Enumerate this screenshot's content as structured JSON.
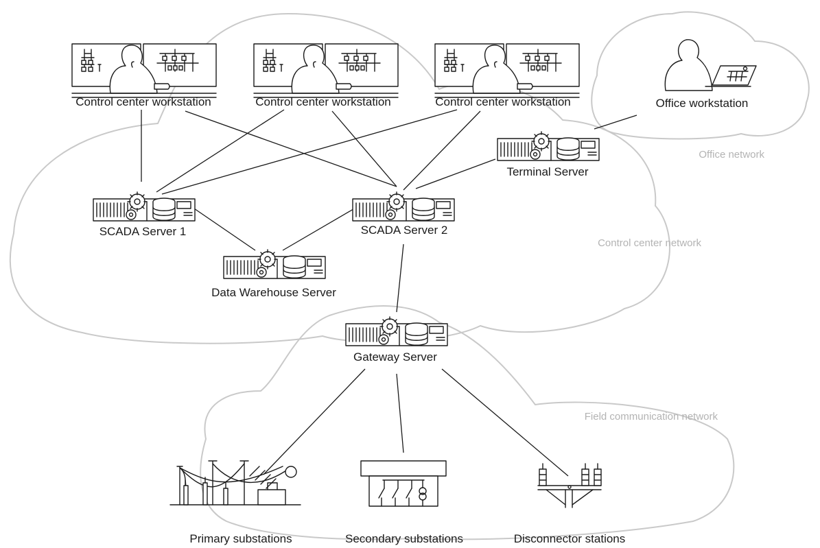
{
  "networks": {
    "office": "Office network",
    "control_center": "Control center network",
    "field": "Field communication network"
  },
  "workstations": {
    "ccw1": "Control center workstation",
    "ccw2": "Control center workstation",
    "ccw3": "Control center workstation",
    "office": "Office workstation"
  },
  "servers": {
    "terminal": "Terminal Server",
    "scada1": "SCADA Server 1",
    "scada2": "SCADA Server 2",
    "warehouse": "Data Warehouse Server",
    "gateway": "Gateway Server"
  },
  "sites": {
    "primary": "Primary substations",
    "secondary": "Secondary substations",
    "disconnector": "Disconnector stations"
  },
  "colors": {
    "ink": "#1a1a1a",
    "cloud_outline": "#c9c9c9",
    "network_label": "#b3b3b3"
  }
}
